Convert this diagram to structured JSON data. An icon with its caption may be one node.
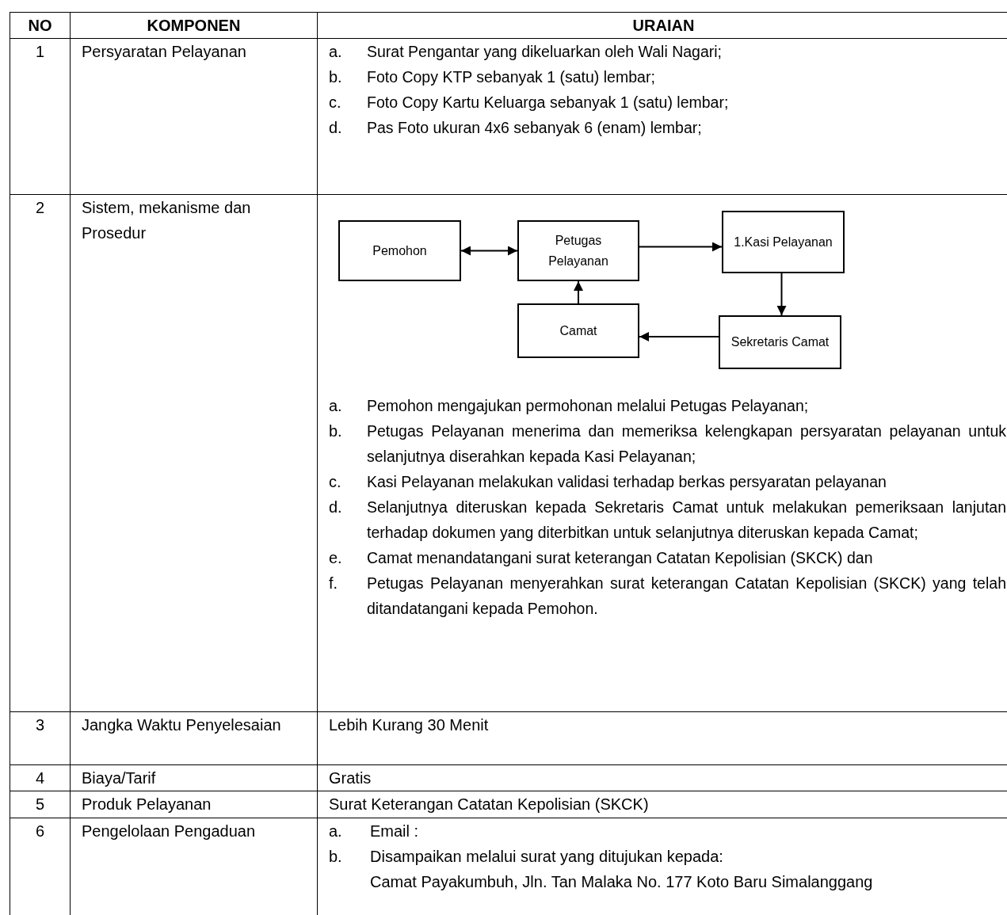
{
  "diagram": {
    "nodes": [
      {
        "text": [
          "Pemohon"
        ]
      },
      {
        "text": [
          "Petugas Pelayanan"
        ]
      },
      {
        "text": [
          "1.Kasi Pelayanan"
        ]
      },
      {
        "text": [
          "Camat"
        ]
      },
      {
        "text": [
          "Sekretaris Camat"
        ]
      }
    ],
    "edges": [
      {
        "from": 0,
        "to": 1,
        "arrow": "both"
      },
      {
        "from": 1,
        "to": 2,
        "arrow": "to"
      },
      {
        "from": 2,
        "to": 4,
        "arrow": "to"
      },
      {
        "from": 4,
        "to": 3,
        "arrow": "to"
      },
      {
        "from": 3,
        "to": 1,
        "arrow": "to"
      }
    ],
    "labels": [
      "NO",
      "KOMPONEN",
      "URAIAN",
      "1",
      "Persyaratan Pelayanan",
      "a.",
      "Surat Pengantar yang dikeluarkan oleh Wali Nagari;",
      "b.",
      "Foto Copy KTP sebanyak 1 (satu) lembar;",
      "c.",
      "Foto Copy Kartu Keluarga sebanyak 1 (satu) lembar;",
      "d.",
      "Pas Foto ukuran 4x6 sebanyak 6 (enam) lembar;",
      "2",
      "Sistem, mekanisme dan Prosedur",
      "a.",
      "Pemohon mengajukan permohonan melalui Petugas Pelayanan;",
      "b.",
      "Petugas Pelayanan menerima dan memeriksa kelengkapan persyaratan pelayanan untuk selanjutnya diserahkan kepada Kasi Pelayanan;",
      "c.",
      "Kasi Pelayanan melakukan validasi terhadap berkas persyaratan pelayanan",
      "d.",
      "Selanjutnya diteruskan kepada Sekretaris Camat untuk melakukan pemeriksaan lanjutan terhadap dokumen yang diterbitkan untuk selanjutnya diteruskan kepada Camat;",
      "e.",
      "Camat menandatangani surat keterangan Catatan Kepolisian (SKCK) dan",
      "f.",
      "Petugas Pelayanan menyerahkan surat keterangan Catatan Kepolisian (SKCK) yang telah ditandatangani kepada Pemohon.",
      "3",
      "Jangka Waktu Penyelesaian",
      "Lebih Kurang 30 Menit",
      "4",
      "Biaya/Tarif",
      "Gratis",
      "5",
      "Produk Pelayanan",
      "Surat Keterangan Catatan Kepolisian (SKCK)",
      "6",
      "Pengelolaan Pengaduan",
      "a.",
      "Email :",
      "b.",
      "Disampaikan melalui surat yang ditujukan kepada:",
      "Camat Payakumbuh, Jln. Tan Malaka No. 177 Koto Baru Simalanggang"
    ]
  }
}
